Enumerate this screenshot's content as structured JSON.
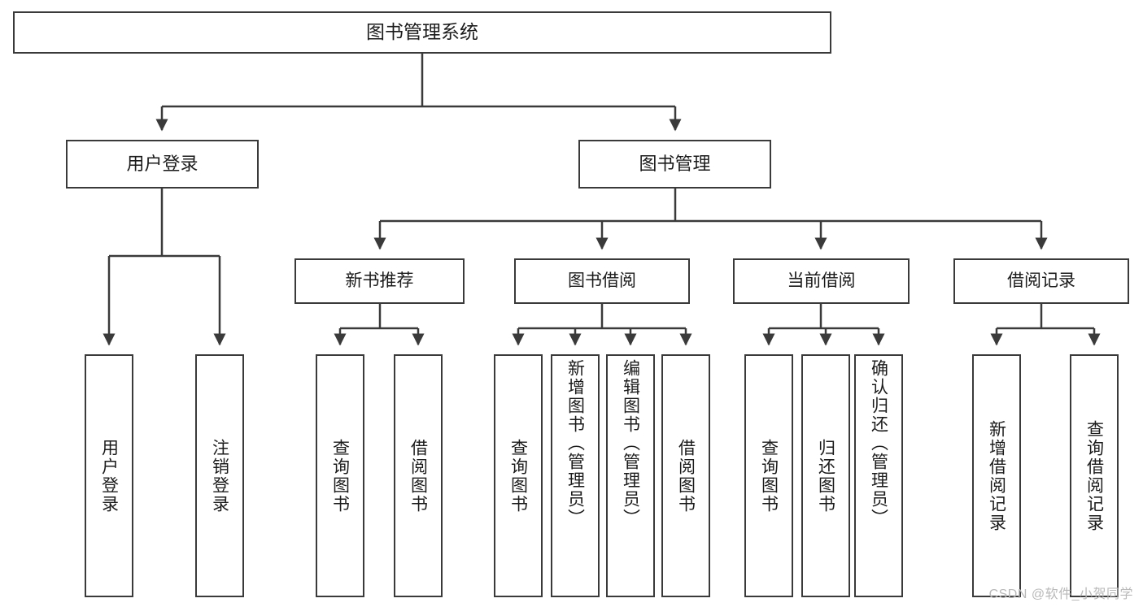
{
  "diagram": {
    "title": "图书管理系统",
    "root": {
      "label": "图书管理系统"
    },
    "level1": [
      {
        "label": "用户登录"
      },
      {
        "label": "图书管理"
      }
    ],
    "level2": [
      {
        "label": "新书推荐"
      },
      {
        "label": "图书借阅"
      },
      {
        "label": "当前借阅"
      },
      {
        "label": "借阅记录"
      }
    ],
    "leaves": {
      "user_login": [
        {
          "label": "用户登录"
        },
        {
          "label": "注销登录"
        }
      ],
      "new_book_rec": [
        {
          "label": "查询图书"
        },
        {
          "label": "借阅图书"
        }
      ],
      "book_borrow": [
        {
          "label": "查询图书"
        },
        {
          "label": "新增图书（管理员）"
        },
        {
          "label": "编辑图书（管理员）"
        },
        {
          "label": "借阅图书"
        }
      ],
      "current_borrow": [
        {
          "label": "查询图书"
        },
        {
          "label": "归还图书"
        },
        {
          "label": "确认归还（管理员）"
        }
      ],
      "borrow_record": [
        {
          "label": "新增借阅记录"
        },
        {
          "label": "查询借阅记录"
        }
      ]
    }
  },
  "watermark": {
    "text": "CSDN @软件_小贺同学"
  },
  "colors": {
    "border": "#3a3a3a",
    "text": "#1b1b1b",
    "background": "#ffffff",
    "watermark": "#b9b9b9"
  }
}
